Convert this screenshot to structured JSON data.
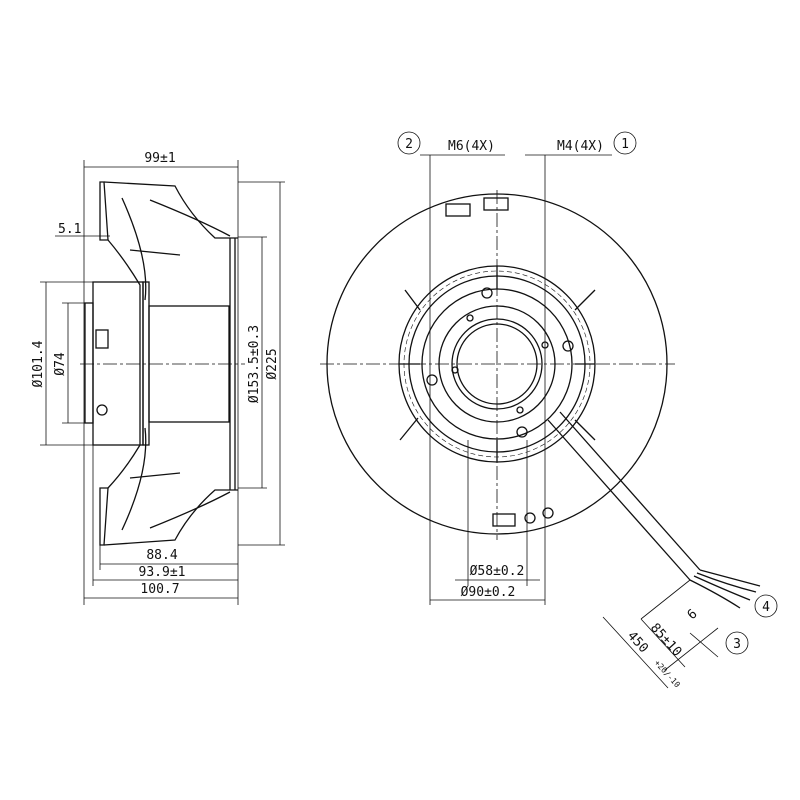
{
  "side_view": {
    "dim_width_top": "99±1",
    "dim_inlet_offset": "5.1",
    "dim_dia_mount": "Ø101.4",
    "dim_dia_hub": "Ø74",
    "dim_dia_inlet": "Ø153.5±0.3",
    "dim_dia_outer": "Ø225",
    "dim_88": "88.4",
    "dim_93": "93.9±1",
    "dim_100": "100.7"
  },
  "front_view": {
    "callout_2": "2",
    "callout_1": "1",
    "thread_m6": "M6(4X)",
    "thread_m4": "M4(4X)",
    "dim_dia_58": "Ø58±0.2",
    "dim_dia_90": "Ø90±0.2",
    "callout_4": "4",
    "callout_3": "3",
    "dim_strip": "6",
    "dim_85": "85±10",
    "dim_450": "450",
    "dim_450_tol": "+20/-10"
  }
}
